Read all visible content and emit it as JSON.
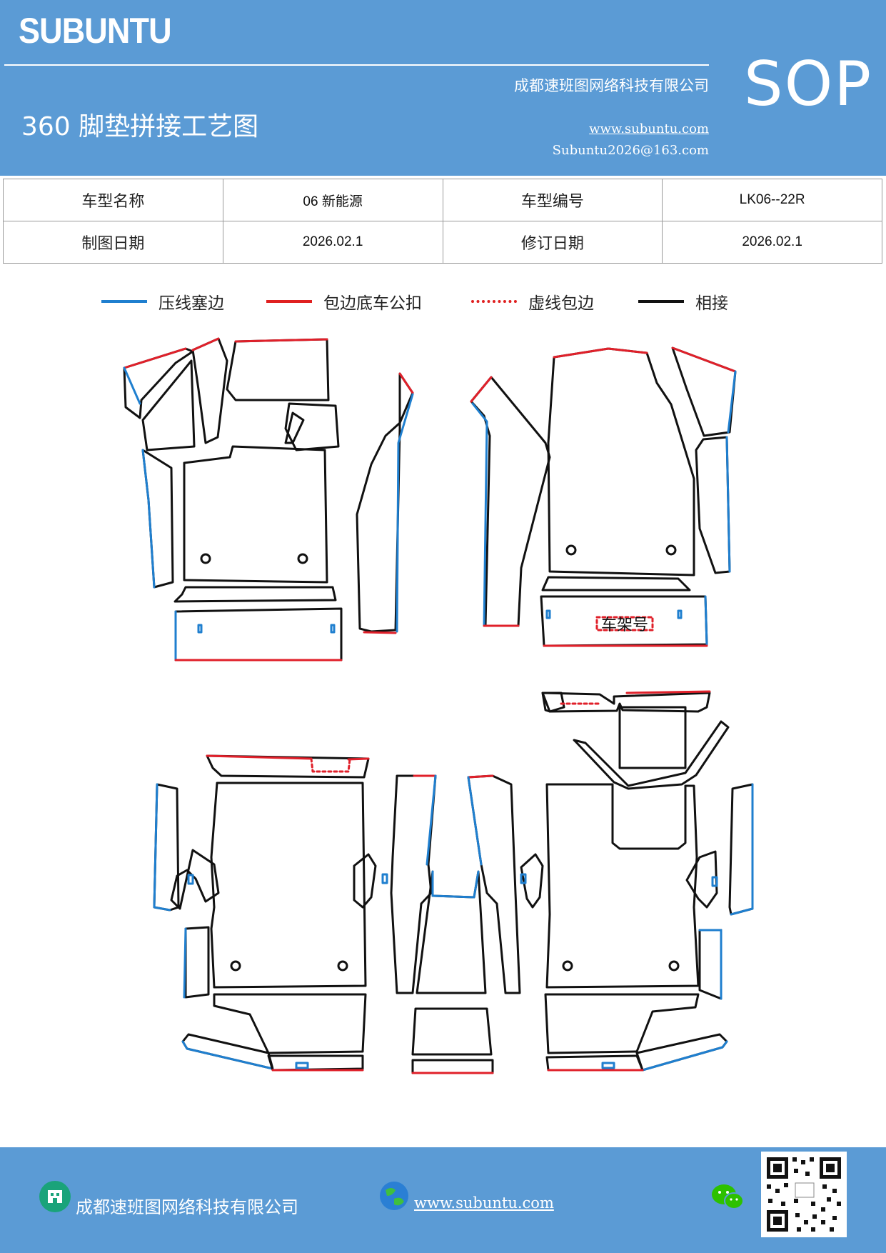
{
  "header": {
    "brand": "SUBUNTU",
    "company": "成都速班图网络科技有限公司",
    "title": "360 脚垫拼接工艺图",
    "website": "www.subuntu.com",
    "email": "Subuntu2026@163.com",
    "badge": "SOP"
  },
  "info_table": {
    "rows": [
      [
        {
          "label": "车型名称",
          "value": "06 新能源"
        },
        {
          "label": "车型编号",
          "value": "LK06--22R"
        }
      ],
      [
        {
          "label": "制图日期",
          "value": "2026.02.1"
        },
        {
          "label": "修订日期",
          "value": "2026.02.1"
        }
      ]
    ]
  },
  "legend": [
    {
      "label": "压线塞边",
      "color": "#1f7fcf",
      "style": "solid"
    },
    {
      "label": "包边底车公扣",
      "color": "#e02020",
      "style": "solid"
    },
    {
      "label": "虚线包边",
      "color": "#e02020",
      "style": "dotted"
    },
    {
      "label": "相接",
      "color": "#111111",
      "style": "solid"
    }
  ],
  "diagram": {
    "frame_label": "车架号"
  },
  "footer": {
    "company": "成都速班图网络科技有限公司",
    "website": "www.subuntu.com",
    "icons": [
      "building-icon",
      "globe-icon",
      "wechat-icon",
      "qr-code"
    ]
  }
}
